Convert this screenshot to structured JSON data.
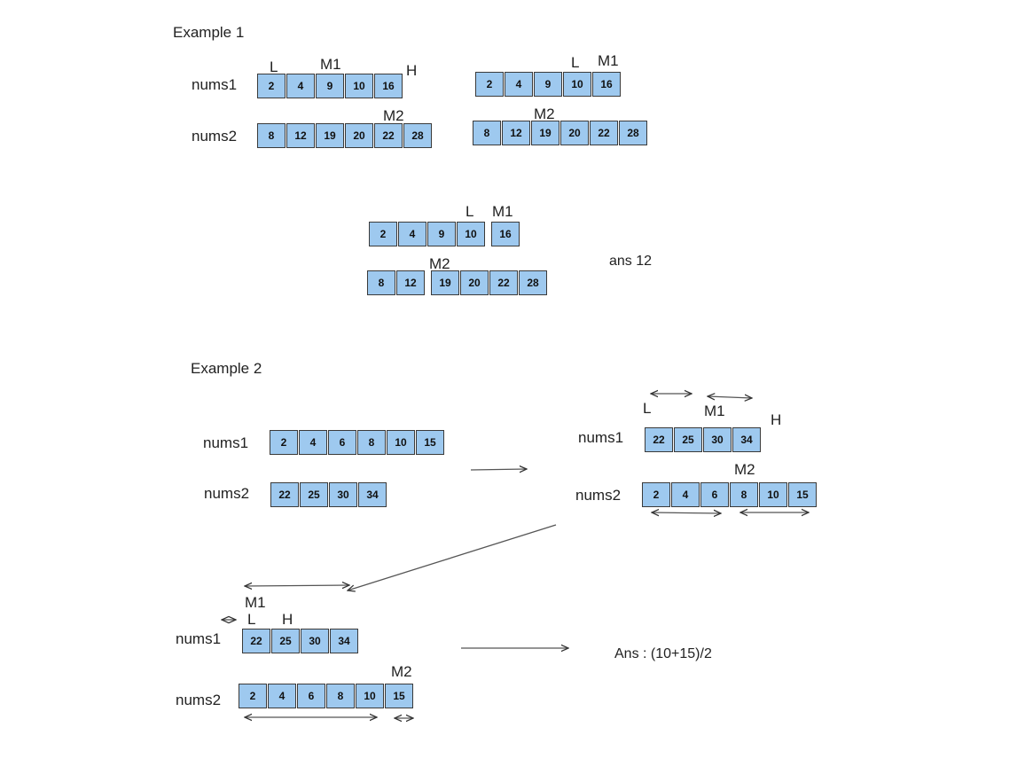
{
  "examples": [
    {
      "title": "Example 1",
      "answer": "ans 12",
      "labels": {
        "nums1": "nums1",
        "nums2": "nums2"
      },
      "states": [
        {
          "nums1": [
            "2",
            "4",
            "9",
            "10",
            "16"
          ],
          "nums2": [
            "8",
            "12",
            "19",
            "20",
            "22",
            "28"
          ],
          "pointers": [
            "L",
            "M1",
            "H",
            "M2"
          ]
        },
        {
          "nums1": [
            "2",
            "4",
            "9",
            "10",
            "16"
          ],
          "nums2": [
            "8",
            "12",
            "19",
            "20",
            "22",
            "28"
          ],
          "pointers": [
            "L",
            "M1",
            "M2"
          ]
        },
        {
          "nums1": [
            "2",
            "4",
            "9",
            "10",
            "16"
          ],
          "nums2": [
            "8",
            "12",
            "19",
            "20",
            "22",
            "28"
          ],
          "pointers": [
            "L",
            "M1",
            "M2"
          ]
        }
      ]
    },
    {
      "title": "Example 2",
      "answer": "Ans : (10+15)/2",
      "labels": {
        "nums1": "nums1",
        "nums2": "nums2"
      },
      "states": [
        {
          "nums1": [
            "2",
            "4",
            "6",
            "8",
            "10",
            "15"
          ],
          "nums2": [
            "22",
            "25",
            "30",
            "34"
          ],
          "pointers": []
        },
        {
          "nums1": [
            "22",
            "25",
            "30",
            "34"
          ],
          "nums2": [
            "2",
            "4",
            "6",
            "8",
            "10",
            "15"
          ],
          "pointers": [
            "L",
            "M1",
            "H",
            "M2"
          ]
        },
        {
          "nums1": [
            "22",
            "25",
            "30",
            "34"
          ],
          "nums2": [
            "2",
            "4",
            "6",
            "8",
            "10",
            "15"
          ],
          "pointers": [
            "M1",
            "L",
            "H",
            "M2"
          ]
        }
      ]
    }
  ],
  "colors": {
    "cell_fill": "#9ec9ef",
    "cell_border": "#3a3a3a",
    "arrow": "#555555"
  }
}
